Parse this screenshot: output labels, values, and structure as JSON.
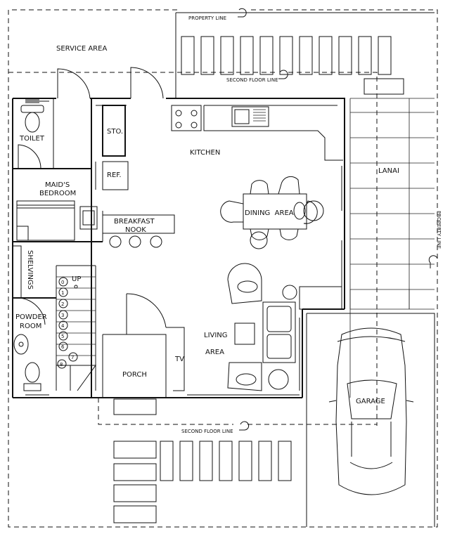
{
  "plan": {
    "service_area": "SERVICE AREA",
    "property_line_top": "PROPERTY LINE",
    "property_line_right": "PROPERTY LINE",
    "second_floor_line_top": "SECOND FLOOR LINE",
    "second_floor_line_bottom": "SECOND FLOOR LINE",
    "toilet": "TOILET",
    "sto": "STO.",
    "ref": "REF.",
    "kitchen": "KITCHEN",
    "lanai": "LANAI",
    "maids_bedroom_1": "MAID'S",
    "maids_bedroom_2": "BEDROOM",
    "dining_area": "DINING  AREA",
    "breakfast_nook_1": "BREAKFAST",
    "breakfast_nook_2": "NOOK",
    "shelvings": "SHELVINGS",
    "up": "UP",
    "powder_room_1": "POWDER",
    "powder_room_2": "ROOM",
    "living_area_1": "LIVING",
    "living_area_2": "AREA",
    "tv": "TV",
    "porch": "PORCH",
    "garage": "GARAGE",
    "stair_steps": [
      "0",
      "1",
      "2",
      "3",
      "4",
      "5",
      "6",
      "7",
      "8"
    ]
  }
}
